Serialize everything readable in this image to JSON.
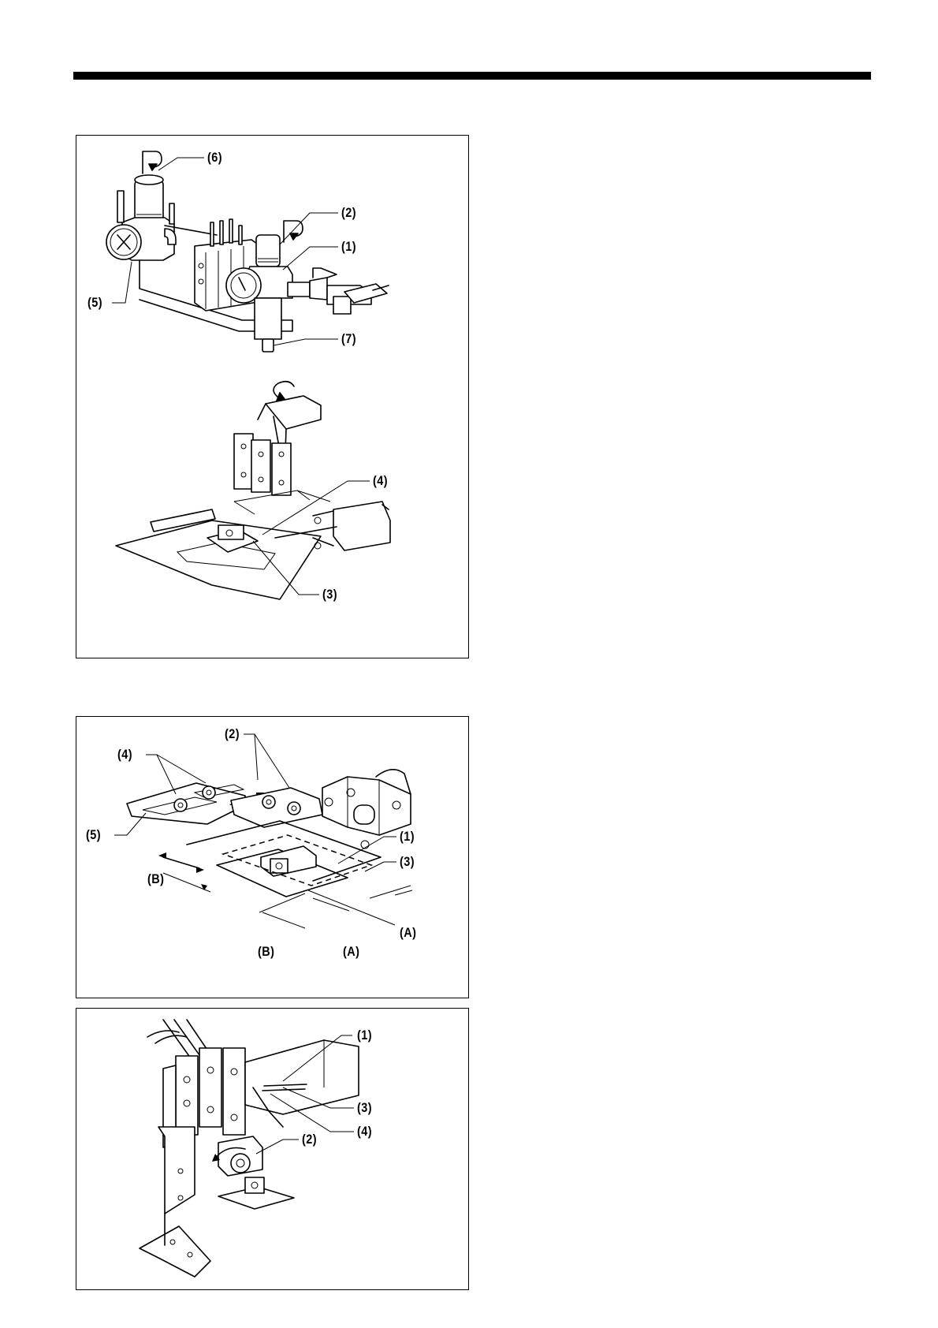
{
  "figure1": {
    "callouts": {
      "c1": "(1)",
      "c2": "(2)",
      "c3": "(3)",
      "c4": "(4)",
      "c5": "(5)",
      "c6": "(6)",
      "c7": "(7)"
    }
  },
  "figure2": {
    "callouts": {
      "c1": "(1)",
      "c2": "(2)",
      "c3": "(3)",
      "c4": "(4)",
      "c5": "(5)",
      "a1": "(A)",
      "a2": "(A)",
      "b1": "(B)",
      "b2": "(B)"
    }
  },
  "figure3": {
    "callouts": {
      "c1": "(1)",
      "c2": "(2)",
      "c3": "(3)",
      "c4": "(4)"
    }
  }
}
